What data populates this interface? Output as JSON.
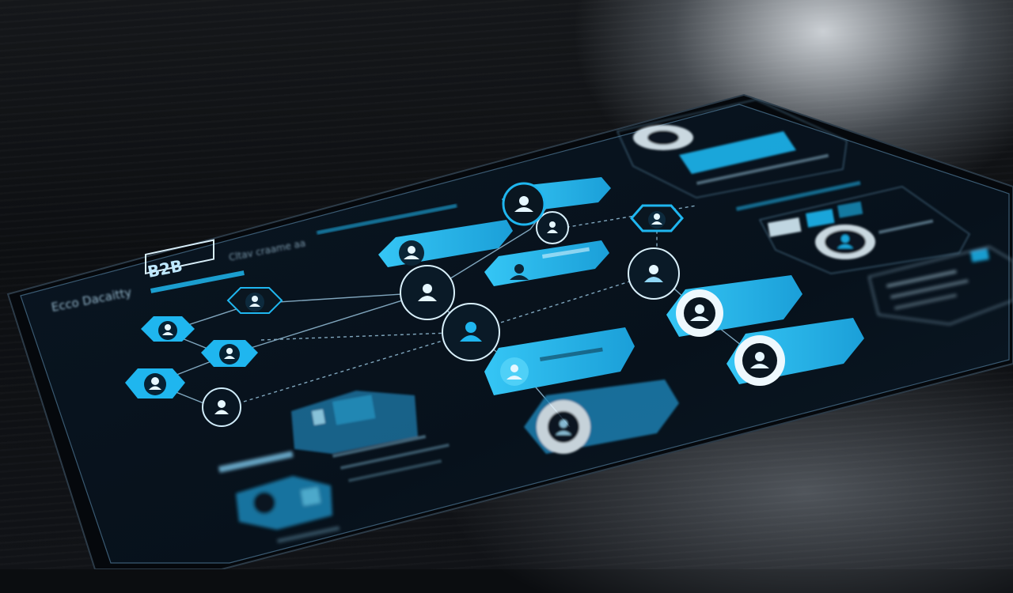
{
  "header": {
    "badge": "B2B",
    "title_blurred": "Ecco Dacaitty",
    "subtitle_blurred": "Cltav craame aa"
  },
  "palette": {
    "accent": "#1fb6ef",
    "accent_dark": "#0c5c86",
    "panel_bg": "#07121d",
    "line": "#6fa3c4"
  },
  "icons": [
    "person-icon",
    "group-icon",
    "lock-icon",
    "document-icon"
  ]
}
